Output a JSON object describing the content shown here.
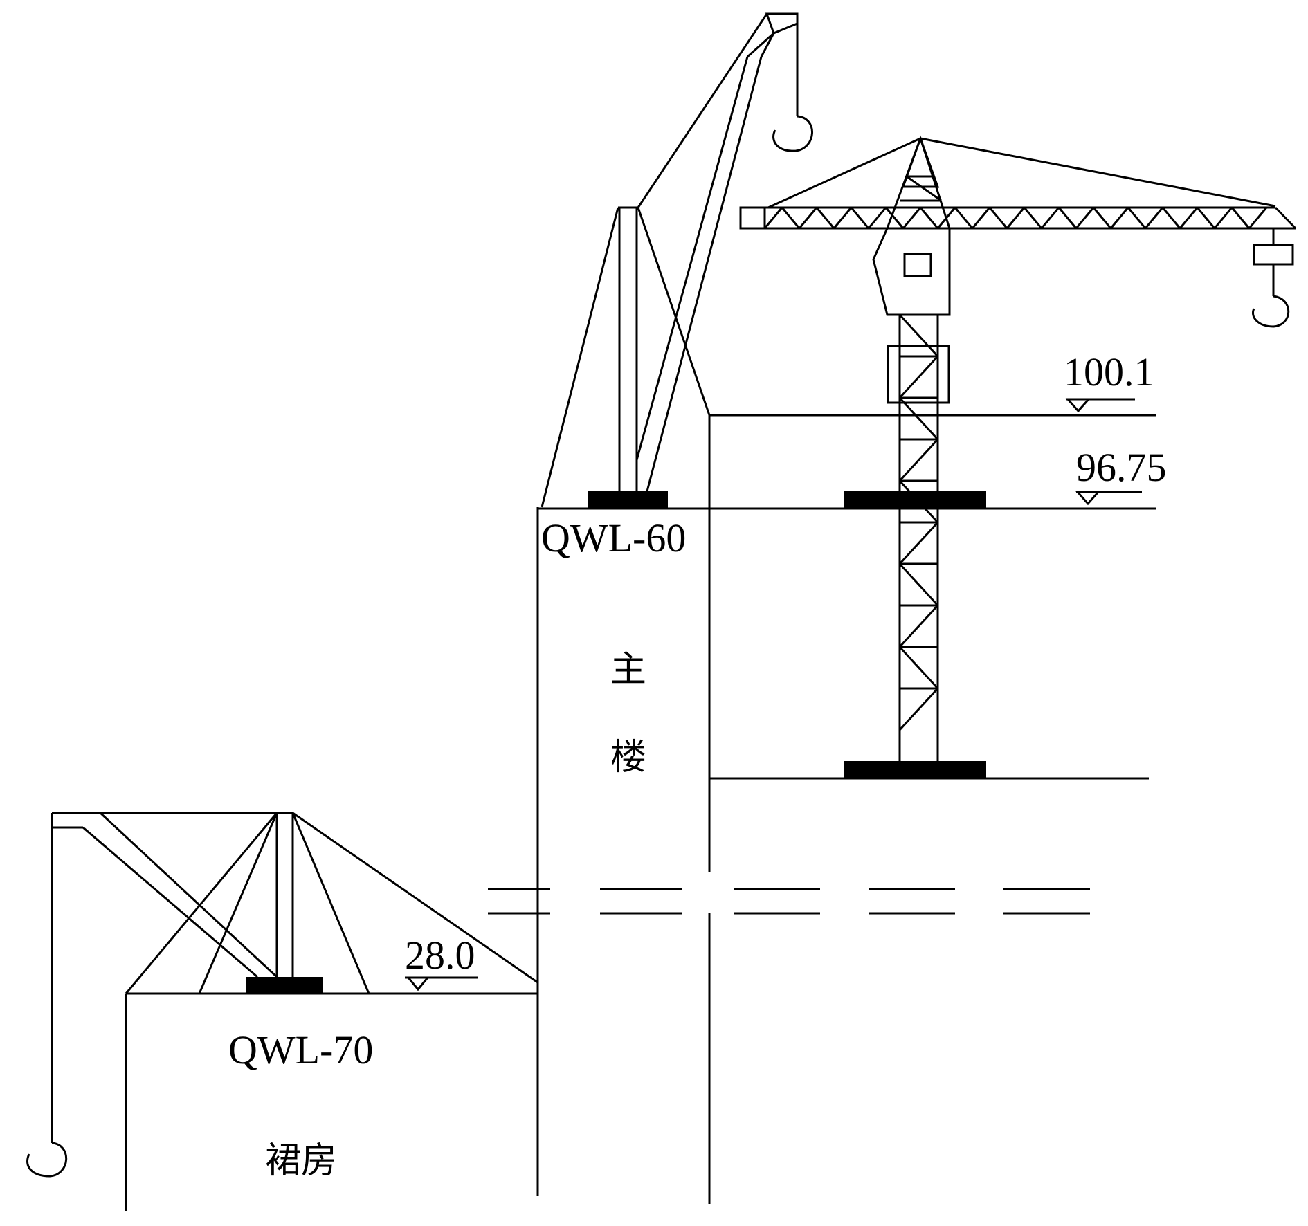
{
  "labels": {
    "crane_main_roof": "QWL-60",
    "crane_podium": "QWL-70",
    "main_building_char1": "主",
    "main_building_char2": "楼",
    "podium_building": "裙房"
  },
  "elevations": {
    "top": "100.1",
    "main_roof": "96.75",
    "podium_roof": "28.0"
  }
}
